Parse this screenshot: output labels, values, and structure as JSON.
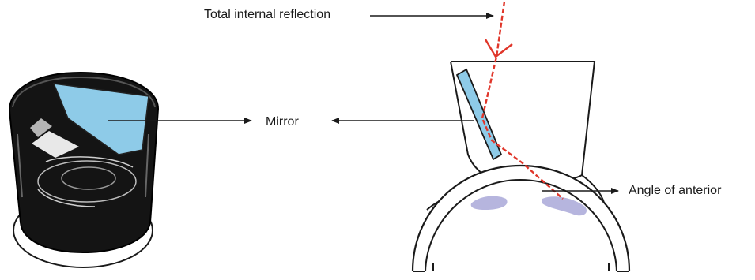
{
  "labels": {
    "total_internal_reflection": "Total internal reflection",
    "mirror": "Mirror",
    "angle_of_anterior": "Angle of anterior"
  },
  "colors": {
    "mirror_fill": "#8ecbe8",
    "light_ray": "#e0362a",
    "angle_shading": "#a9a8d8",
    "lens_body": "#141414",
    "outline": "#1a1a1a"
  }
}
